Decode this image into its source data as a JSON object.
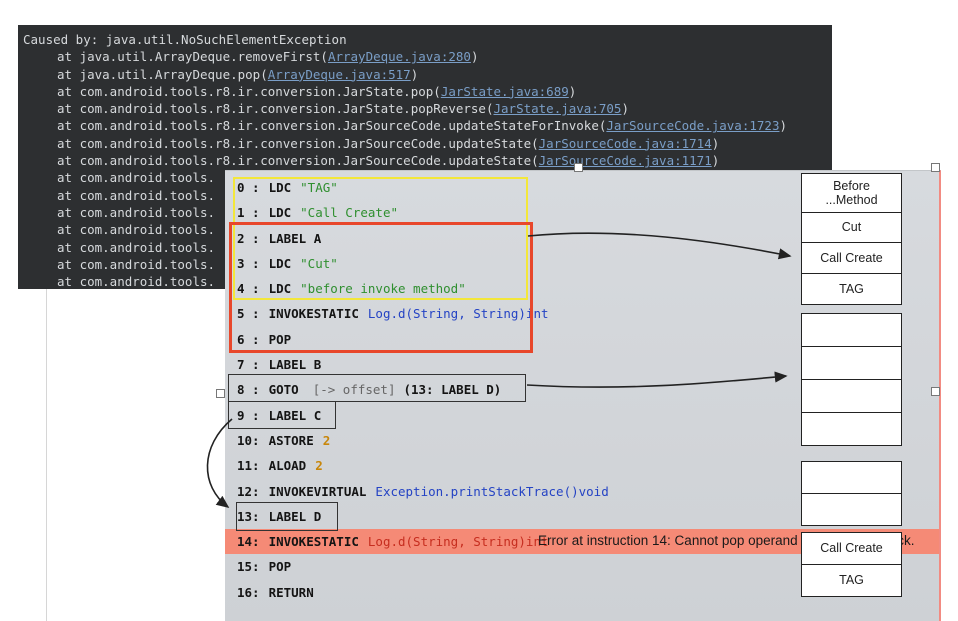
{
  "console": {
    "lines": [
      {
        "text": "Caused by: java.util.NoSuchElementException"
      },
      {
        "pre": "at java.util.ArrayDeque.removeFirst(",
        "link": "ArrayDeque.java:280",
        "post": ")"
      },
      {
        "pre": "at java.util.ArrayDeque.pop(",
        "link": "ArrayDeque.java:517",
        "post": ")"
      },
      {
        "pre": "at com.android.tools.r8.ir.conversion.JarState.pop(",
        "link": "JarState.java:689",
        "post": ")"
      },
      {
        "pre": "at com.android.tools.r8.ir.conversion.JarState.popReverse(",
        "link": "JarState.java:705",
        "post": ")"
      },
      {
        "pre": "at com.android.tools.r8.ir.conversion.JarSourceCode.updateStateForInvoke(",
        "link": "JarSourceCode.java:1723",
        "post": ")"
      },
      {
        "pre": "at com.android.tools.r8.ir.conversion.JarSourceCode.updateState(",
        "link": "JarSourceCode.java:1714",
        "post": ")"
      },
      {
        "pre": "at com.android.tools.r8.ir.conversion.JarSourceCode.updateState(",
        "link": "JarSourceCode.java:1171",
        "post": ")"
      }
    ],
    "truncated": [
      "at com.android.tools.",
      "at com.android.tools.",
      "at com.android.tools.",
      "at com.android.tools.",
      "at com.android.tools.",
      "at com.android.tools.",
      "at com.android.tools."
    ]
  },
  "code": {
    "lines": [
      {
        "num": "0 :",
        "kw": "LDC",
        "str": "\"TAG\""
      },
      {
        "num": "1 :",
        "kw": "LDC",
        "str": "\"Call Create\""
      },
      {
        "num": "2 :",
        "kw": "LABEL A"
      },
      {
        "num": "3 :",
        "kw": "LDC",
        "str": "\"Cut\""
      },
      {
        "num": "4 :",
        "kw": "LDC",
        "str": "\"before invoke method\""
      },
      {
        "num": "5 :",
        "kw": "INVOKESTATIC",
        "sig": "Log.d(String, String)int"
      },
      {
        "num": "6 :",
        "kw": "POP"
      },
      {
        "num": "7 :",
        "kw": "LABEL B"
      },
      {
        "num": "8 :",
        "kw": "GOTO",
        "off": "[-> offset]",
        "tgt": "(13: LABEL D)"
      },
      {
        "num": "9 :",
        "kw": "LABEL C"
      },
      {
        "num": "10:",
        "kw": "ASTORE",
        "opn": "2"
      },
      {
        "num": "11:",
        "kw": "ALOAD",
        "opn": "2"
      },
      {
        "num": "12:",
        "kw": "INVOKEVIRTUAL",
        "sig": "Exception.printStackTrace()void"
      },
      {
        "num": "13:",
        "kw": "LABEL D"
      },
      {
        "num": "14:",
        "kw": "INVOKESTATIC",
        "sigerr": "Log.d(String, String)int"
      },
      {
        "num": "15:",
        "kw": "POP"
      },
      {
        "num": "16:",
        "kw": "RETURN"
      }
    ],
    "error_text": "Error at instruction 14: Cannot pop operand off an empty stack."
  },
  "stacks": {
    "group1": {
      "cells": [
        {
          "l1": "Before",
          "l2": "...Method"
        },
        {
          "l1": "Cut"
        },
        {
          "l1": "Call Create"
        },
        {
          "l1": "TAG"
        }
      ]
    },
    "group2": {
      "cells": [
        "",
        "",
        "",
        ""
      ]
    },
    "group3a": {
      "cells": [
        "",
        ""
      ]
    },
    "group3b": {
      "cells": [
        {
          "l1": "Call Create"
        },
        {
          "l1": "TAG"
        }
      ]
    }
  },
  "colors": {
    "console_bg": "#2d2f31",
    "link": "#7a9ec7",
    "overlay_bg": "#d2d5d9",
    "error_highlight": "#f58a76",
    "yellow_box": "#f3e73a",
    "red_box": "#e8472b",
    "selection_border": "#f28b82"
  }
}
